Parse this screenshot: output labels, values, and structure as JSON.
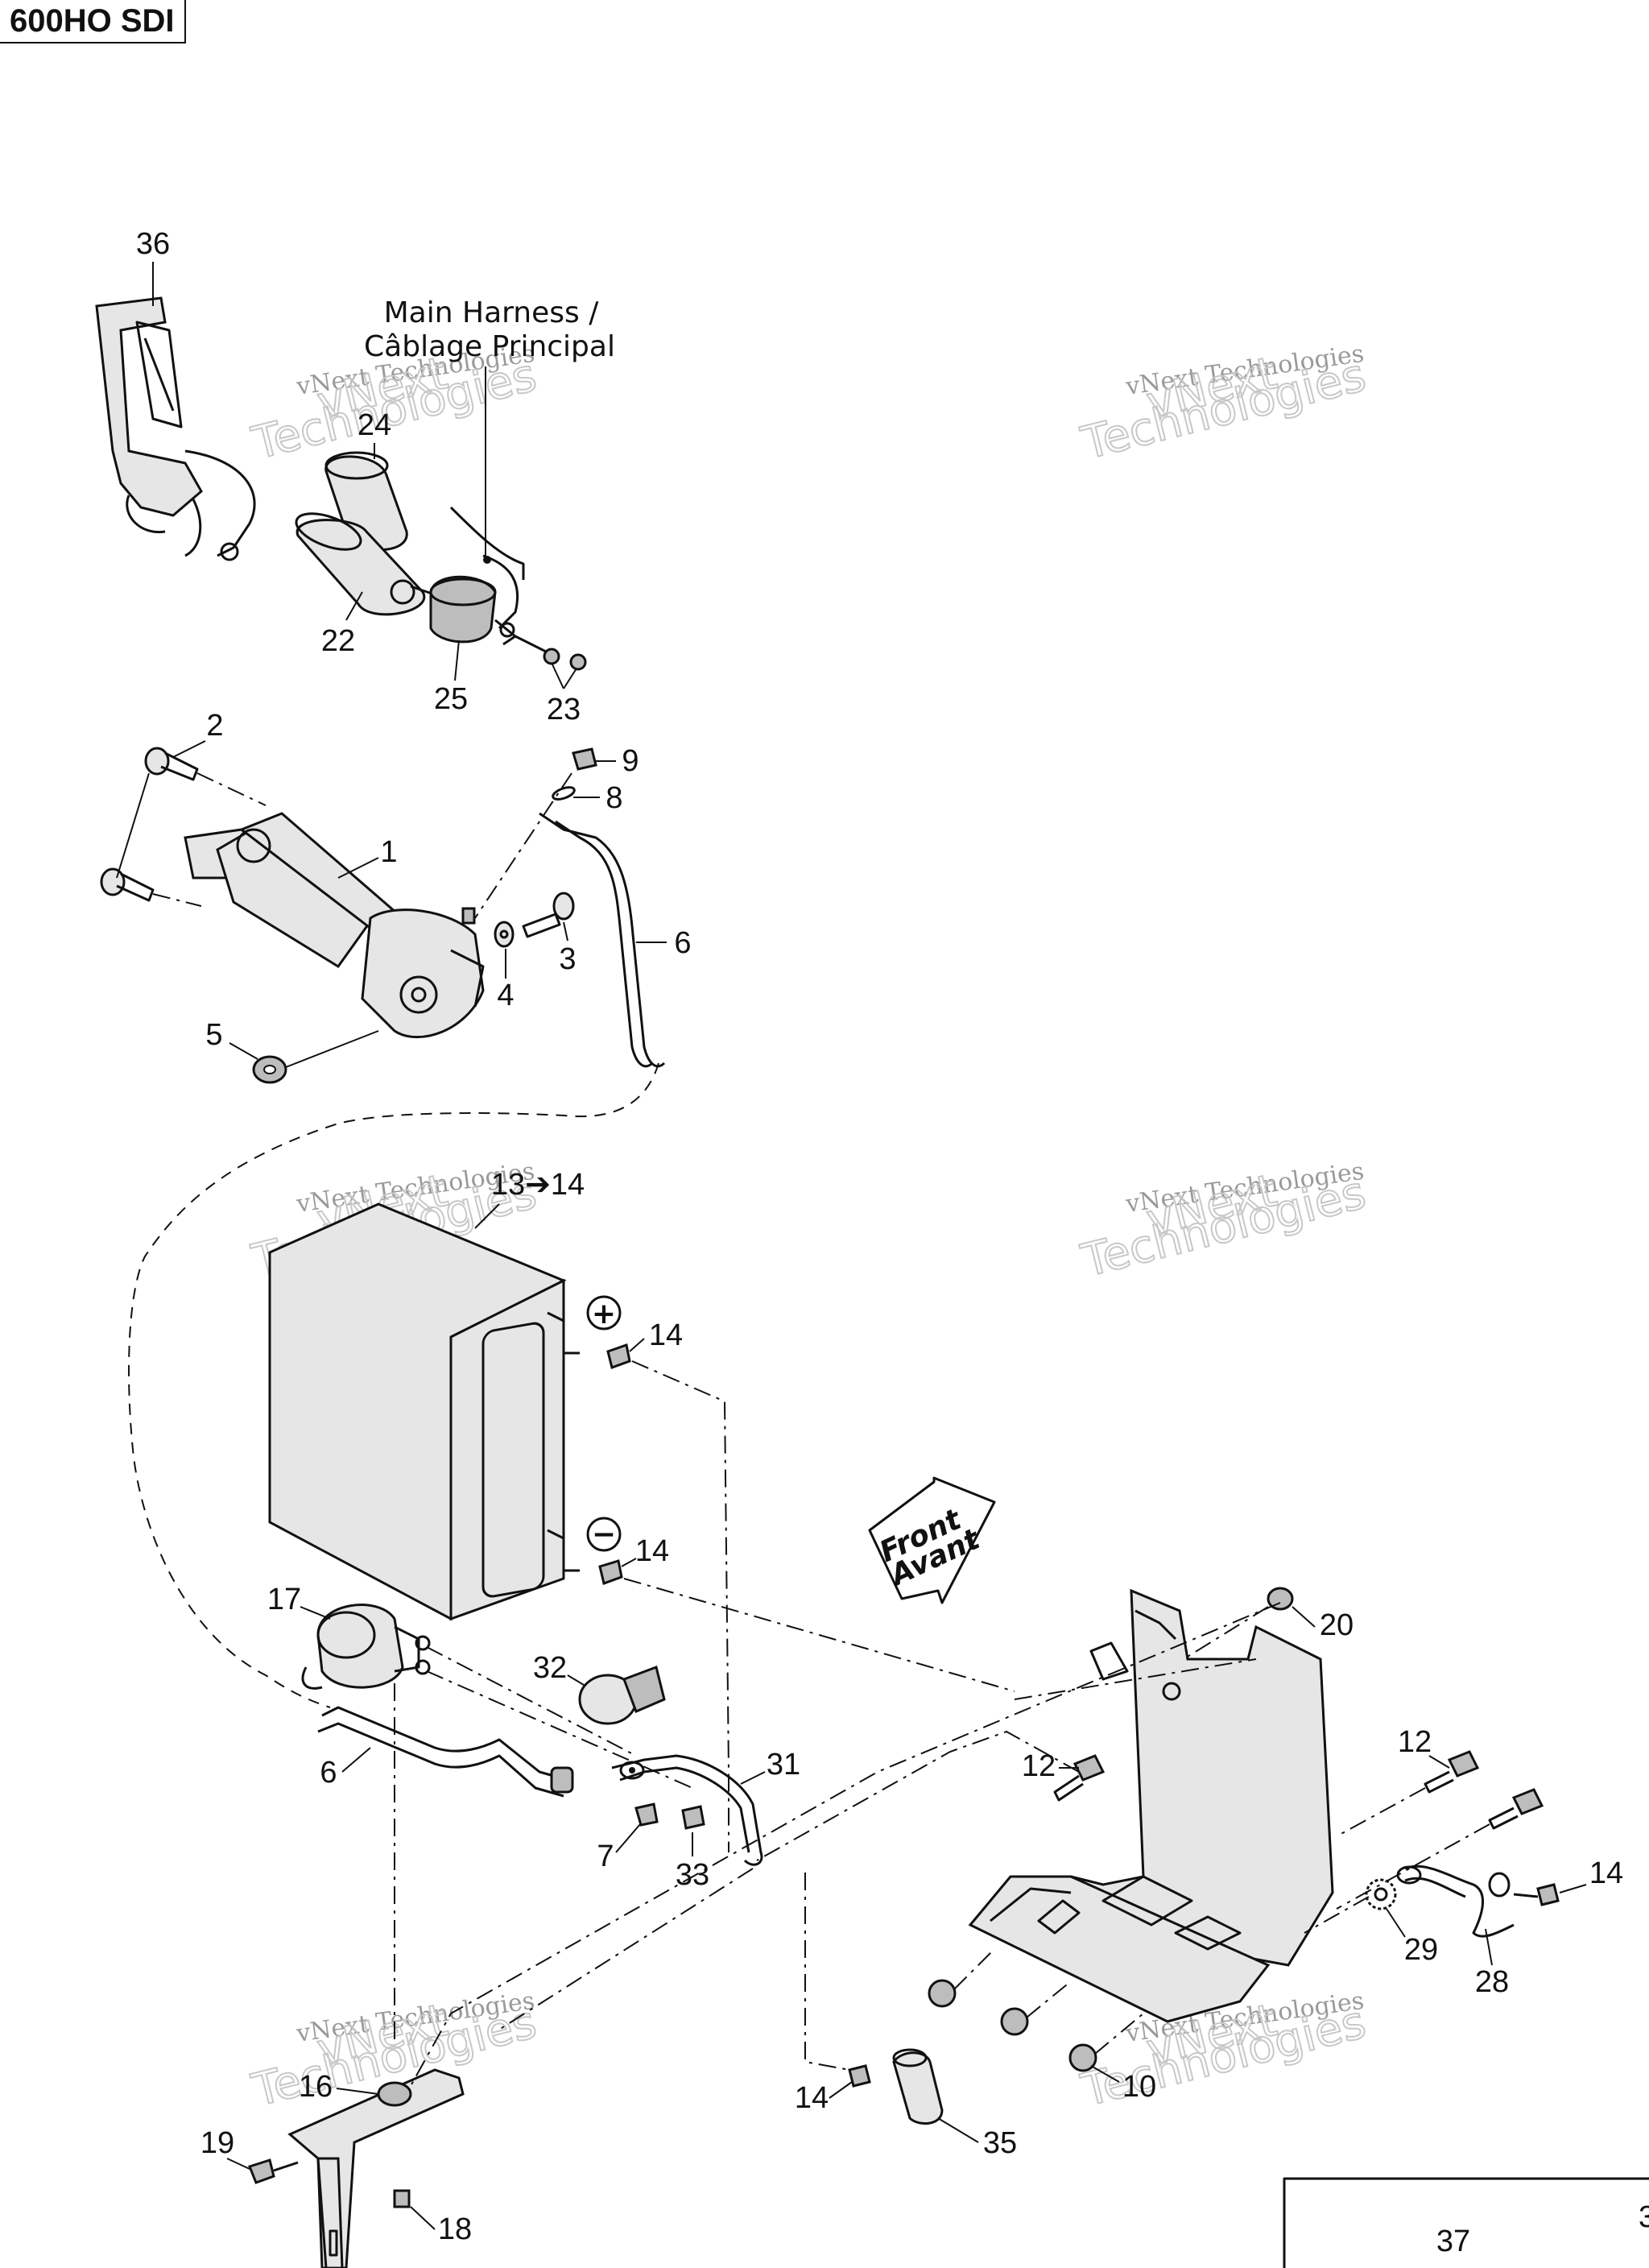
{
  "model": "600HO SDI",
  "note": {
    "line1": "Main Harness /",
    "line2": "Câblage Principal"
  },
  "front": {
    "line1": "Front",
    "line2": "Avant"
  },
  "watermark": {
    "line1": "vNext Technologies",
    "line2": "vNext",
    "line3": "Technologies"
  },
  "callouts": {
    "c36": "36",
    "c24": "24",
    "c22": "22",
    "c25": "25",
    "c23": "23",
    "c2": "2",
    "c9": "9",
    "c8": "8",
    "c1": "1",
    "c6a": "6",
    "c3": "3",
    "c4": "4",
    "c5": "5",
    "c13": "13➔14",
    "c14a": "14",
    "c14b": "14",
    "c17": "17",
    "c32": "32",
    "c31": "31",
    "c6b": "6",
    "c7": "7",
    "c33": "33",
    "c20": "20",
    "c12a": "12",
    "c12b": "12",
    "c14c": "14",
    "c29": "29",
    "c28": "28",
    "c14d": "14",
    "c35": "35",
    "c10": "10",
    "c16": "16",
    "c19": "19",
    "c18": "18",
    "c37": "37",
    "c3x": "3"
  },
  "polarity": {
    "plus": "+",
    "minus": "−"
  }
}
